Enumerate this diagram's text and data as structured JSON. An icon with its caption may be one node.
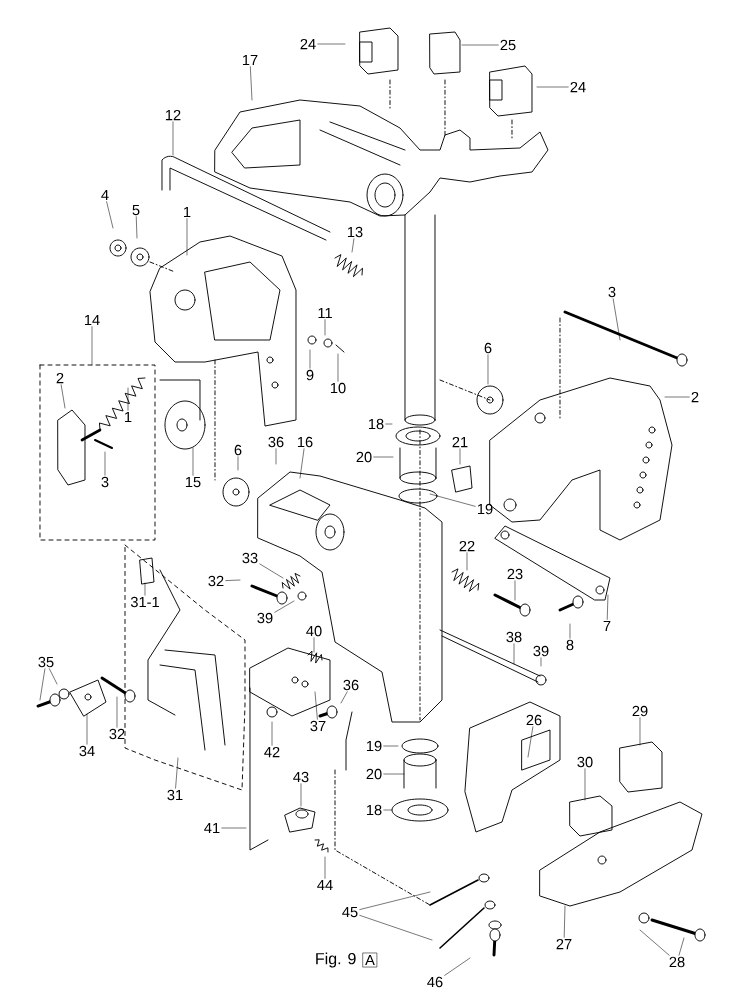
{
  "diagram": {
    "caption": "Fig. 9",
    "nodes": [
      {
        "text": [
          "24"
        ]
      },
      {
        "text": [
          "25"
        ]
      },
      {
        "text": [
          "17"
        ]
      },
      {
        "text": [
          "24"
        ]
      },
      {
        "text": [
          "12"
        ]
      },
      {
        "text": [
          "4"
        ]
      },
      {
        "text": [
          "5"
        ]
      },
      {
        "text": [
          "1"
        ]
      },
      {
        "text": [
          "13"
        ]
      },
      {
        "text": [
          "3"
        ]
      },
      {
        "text": [
          "11"
        ]
      },
      {
        "text": [
          "14"
        ]
      },
      {
        "text": [
          "6"
        ]
      },
      {
        "text": [
          "9"
        ]
      },
      {
        "text": [
          "10"
        ]
      },
      {
        "text": [
          "2"
        ]
      },
      {
        "text": [
          "2"
        ]
      },
      {
        "text": [
          "1"
        ]
      },
      {
        "text": [
          "18"
        ]
      },
      {
        "text": [
          "36"
        ]
      },
      {
        "text": [
          "16"
        ]
      },
      {
        "text": [
          "21"
        ]
      },
      {
        "text": [
          "6"
        ]
      },
      {
        "text": [
          "20"
        ]
      },
      {
        "text": [
          "3"
        ]
      },
      {
        "text": [
          "15"
        ]
      },
      {
        "text": [
          "19"
        ]
      },
      {
        "text": [
          "22"
        ]
      },
      {
        "text": [
          "33"
        ]
      },
      {
        "text": [
          "23"
        ]
      },
      {
        "text": [
          "32"
        ]
      },
      {
        "text": [
          "31-1"
        ]
      },
      {
        "text": [
          "39"
        ]
      },
      {
        "text": [
          "7"
        ]
      },
      {
        "text": [
          "40"
        ]
      },
      {
        "text": [
          "38"
        ]
      },
      {
        "text": [
          "8"
        ]
      },
      {
        "text": [
          "39"
        ]
      },
      {
        "text": [
          "35"
        ]
      },
      {
        "text": [
          "36"
        ]
      },
      {
        "text": [
          "37"
        ]
      },
      {
        "text": [
          "32"
        ]
      },
      {
        "text": [
          "26"
        ]
      },
      {
        "text": [
          "29"
        ]
      },
      {
        "text": [
          "19"
        ]
      },
      {
        "text": [
          "34"
        ]
      },
      {
        "text": [
          "42"
        ]
      },
      {
        "text": [
          "30"
        ]
      },
      {
        "text": [
          "20"
        ]
      },
      {
        "text": [
          "43"
        ]
      },
      {
        "text": [
          "31"
        ]
      },
      {
        "text": [
          "18"
        ]
      },
      {
        "text": [
          "41"
        ]
      },
      {
        "text": [
          "44"
        ]
      },
      {
        "text": [
          "45"
        ]
      },
      {
        "text": [
          "27"
        ]
      },
      {
        "text": [
          "28"
        ]
      },
      {
        "text": [
          "A"
        ]
      },
      {
        "text": [
          "46"
        ]
      }
    ],
    "edges": [
      {
        "from": 0,
        "to": null,
        "arrow": "none"
      },
      {
        "from": 1,
        "to": null,
        "arrow": "none"
      },
      {
        "from": 2,
        "to": null,
        "arrow": "none"
      },
      {
        "from": 3,
        "to": null,
        "arrow": "none"
      },
      {
        "from": 4,
        "to": null,
        "arrow": "none"
      },
      {
        "from": 5,
        "to": null,
        "arrow": "none"
      },
      {
        "from": 6,
        "to": null,
        "arrow": "none"
      },
      {
        "from": 7,
        "to": null,
        "arrow": "none"
      },
      {
        "from": 8,
        "to": null,
        "arrow": "none"
      },
      {
        "from": 9,
        "to": null,
        "arrow": "none"
      },
      {
        "from": 10,
        "to": null,
        "arrow": "none"
      },
      {
        "from": 11,
        "to": null,
        "arrow": "none"
      },
      {
        "from": 12,
        "to": null,
        "arrow": "none"
      },
      {
        "from": 13,
        "to": null,
        "arrow": "none"
      },
      {
        "from": 14,
        "to": null,
        "arrow": "none"
      },
      {
        "from": 15,
        "to": null,
        "arrow": "none"
      },
      {
        "from": 16,
        "to": null,
        "arrow": "none"
      },
      {
        "from": 17,
        "to": null,
        "arrow": "none"
      },
      {
        "from": 18,
        "to": null,
        "arrow": "none"
      },
      {
        "from": 19,
        "to": null,
        "arrow": "none"
      },
      {
        "from": 20,
        "to": null,
        "arrow": "none"
      },
      {
        "from": 21,
        "to": null,
        "arrow": "none"
      },
      {
        "from": 22,
        "to": null,
        "arrow": "none"
      },
      {
        "from": 23,
        "to": null,
        "arrow": "none"
      },
      {
        "from": 24,
        "to": null,
        "arrow": "none"
      },
      {
        "from": 25,
        "to": null,
        "arrow": "none"
      },
      {
        "from": 26,
        "to": null,
        "arrow": "none"
      },
      {
        "from": 27,
        "to": null,
        "arrow": "none"
      },
      {
        "from": 28,
        "to": null,
        "arrow": "none"
      },
      {
        "from": 29,
        "to": null,
        "arrow": "none"
      },
      {
        "from": 30,
        "to": null,
        "arrow": "none"
      },
      {
        "from": 31,
        "to": null,
        "arrow": "none"
      },
      {
        "from": 32,
        "to": null,
        "arrow": "none"
      },
      {
        "from": 33,
        "to": null,
        "arrow": "none"
      },
      {
        "from": 34,
        "to": null,
        "arrow": "none"
      },
      {
        "from": 35,
        "to": null,
        "arrow": "none"
      },
      {
        "from": 36,
        "to": null,
        "arrow": "none"
      },
      {
        "from": 37,
        "to": null,
        "arrow": "none"
      },
      {
        "from": 38,
        "to": null,
        "arrow": "none"
      },
      {
        "from": 38,
        "to": null,
        "arrow": "none"
      },
      {
        "from": 39,
        "to": null,
        "arrow": "none"
      },
      {
        "from": 40,
        "to": null,
        "arrow": "none"
      },
      {
        "from": 41,
        "to": null,
        "arrow": "none"
      },
      {
        "from": 42,
        "to": null,
        "arrow": "none"
      },
      {
        "from": 43,
        "to": null,
        "arrow": "none"
      },
      {
        "from": 44,
        "to": null,
        "arrow": "none"
      },
      {
        "from": 45,
        "to": null,
        "arrow": "none"
      },
      {
        "from": 46,
        "to": null,
        "arrow": "none"
      },
      {
        "from": 47,
        "to": null,
        "arrow": "none"
      },
      {
        "from": 48,
        "to": null,
        "arrow": "none"
      },
      {
        "from": 49,
        "to": null,
        "arrow": "none"
      },
      {
        "from": 50,
        "to": null,
        "arrow": "none"
      },
      {
        "from": 51,
        "to": null,
        "arrow": "none"
      },
      {
        "from": 52,
        "to": null,
        "arrow": "none"
      },
      {
        "from": 53,
        "to": null,
        "arrow": "none"
      },
      {
        "from": 54,
        "to": null,
        "arrow": "none"
      },
      {
        "from": 54,
        "to": null,
        "arrow": "none"
      },
      {
        "from": 55,
        "to": null,
        "arrow": "none"
      },
      {
        "from": 56,
        "to": null,
        "arrow": "none"
      },
      {
        "from": 56,
        "to": null,
        "arrow": "none"
      },
      {
        "from": 58,
        "to": null,
        "arrow": "none"
      }
    ]
  }
}
